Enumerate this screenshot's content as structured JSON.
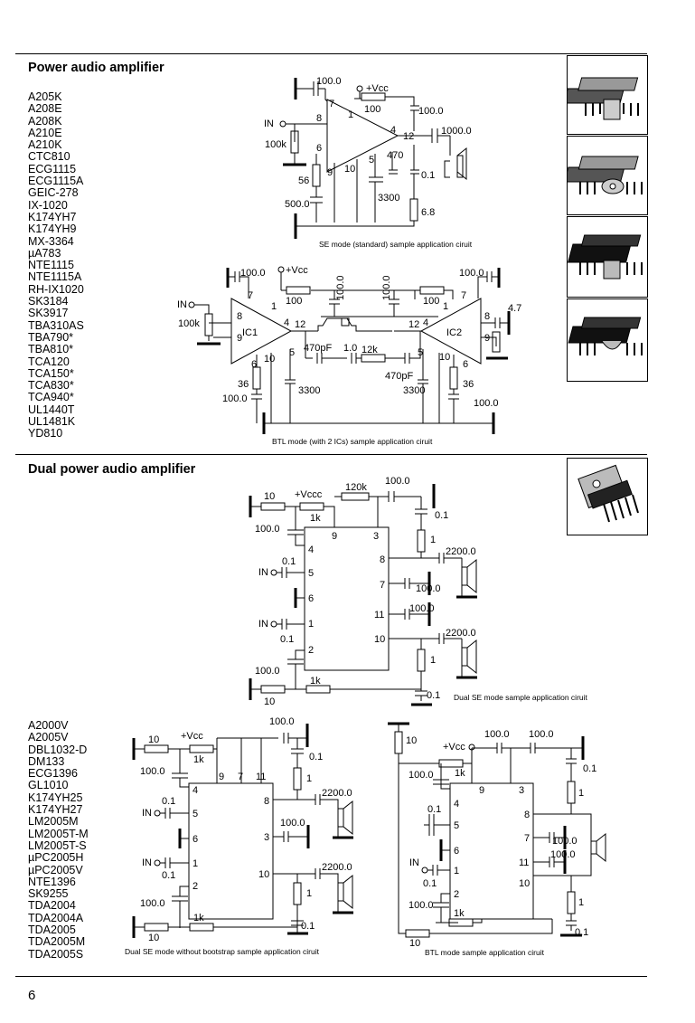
{
  "sections": [
    {
      "title": "Power audio amplifier",
      "parts": [
        "A205K",
        "A208E",
        "A208K",
        "A210E",
        "A210K",
        "CTC810",
        "ECG1115",
        "ECG1115A",
        "GEIC-278",
        "IX-1020",
        "K174YH7",
        "K174YH9",
        "MX-3364",
        "µA783",
        "NTE1115",
        "NTE1115A",
        "RH-IX1020",
        "SK3184",
        "SK3917",
        "TBA310AS",
        "TBA790*",
        "TBA810*",
        "TCA120",
        "TCA150*",
        "TCA830*",
        "TCA940*",
        "UL1440T",
        "UL1481K",
        "YD810"
      ],
      "captions": [
        "SE mode (standard) sample application ciruit",
        "BTL mode (with 2 ICs) sample application ciruit"
      ]
    },
    {
      "title": "Dual power audio amplifier",
      "parts": [
        "A2000V",
        "A2005V",
        "DBL1032-D",
        "DM133",
        "ECG1396",
        "GL1010",
        "K174YH25",
        "K174YH27",
        "LM2005M",
        "LM2005T-M",
        "LM2005T-S",
        "µPC2005H",
        "µPC2005V",
        "NTE1396",
        "SK9255",
        "TDA2004",
        "TDA2004A",
        "TDA2005",
        "TDA2005M",
        "TDA2005S"
      ],
      "captions": [
        "Dual SE mode sample application ciruit",
        "Dual SE mode without bootstrap sample application ciruit",
        "BTL mode sample application ciruit"
      ]
    }
  ],
  "schematic_labels": {
    "se": {
      "c_boot": "100.0",
      "vcc": "+Vcc",
      "r_boot": "100",
      "c_sup": "100.0",
      "in": "IN",
      "r_in": "100k",
      "c_out": "1000.0",
      "r_fb": "56",
      "c_sn": "470",
      "c_o": "0.1",
      "c_fb": "500.0",
      "c_c": "3300",
      "r_z": "6.8",
      "pins": [
        "7",
        "1",
        "8",
        "6",
        "4",
        "12",
        "5",
        "9",
        "10"
      ]
    },
    "btl": {
      "c_b1": "100.0",
      "vcc": "+Vcc",
      "in": "IN",
      "r1": "100",
      "c_s1": "100.0",
      "c_s2": "100.0",
      "r2": "100",
      "c_b2": "100.0",
      "c_47": "4.7",
      "r_in": "100k",
      "ic1": "IC1",
      "ic2": "IC2",
      "c_pf1": "470pF",
      "c_1": "1.0",
      "r_12k": "12k",
      "c_pf2": "470pF",
      "r_36a": "36",
      "r_36b": "36",
      "c_100a": "100.0",
      "c_100b": "100.0",
      "c_33a": "3300",
      "c_33b": "3300",
      "pins": [
        "7",
        "1",
        "8",
        "9",
        "4",
        "12",
        "5",
        "10",
        "6",
        "12",
        "4",
        "1",
        "7",
        "8",
        "9",
        "5",
        "10",
        "6"
      ]
    },
    "dual_se": {
      "r10": "10",
      "vcc": "+Vccc",
      "r120k": "120k",
      "c100": "100.0",
      "r1k": "1k",
      "c_01": "0.1",
      "c_pin4": "100.0",
      "r1": "1",
      "c2200": "2200.0",
      "in1": "IN",
      "c_in1": "0.1",
      "c_7": "100.0",
      "c_11": "100.0",
      "in2": "IN",
      "c_in2": "0.1",
      "c_2": "100.0",
      "r1b": "1",
      "c2200b": "2200.0",
      "r1kb": "1k",
      "r10b": "10",
      "c_01b": "0.1",
      "pins": [
        "9",
        "3",
        "4",
        "5",
        "6",
        "1",
        "2",
        "8",
        "7",
        "11",
        "10"
      ]
    },
    "dual_nb": {
      "r10": "10",
      "vcc": "+Vcc",
      "c100": "100.0",
      "r1k": "1k",
      "c01": "0.1",
      "c_pin4": "100.0",
      "r1": "1",
      "c2200": "2200.0",
      "in1": "IN",
      "c_in1": "0.1",
      "c_3": "100.0",
      "in2": "IN",
      "c_in2": "0.1",
      "c_2": "100.0",
      "r1b": "1",
      "c2200b": "2200.0",
      "r1kb": "1k",
      "r10b": "10",
      "c01b": "0.1",
      "pins": [
        "9",
        "7",
        "11",
        "4",
        "5",
        "6",
        "1",
        "2",
        "8",
        "3",
        "10"
      ]
    },
    "btl2": {
      "r10": "10",
      "vcc": "+Vcc",
      "c100a": "100.0",
      "c100b": "100.0",
      "r1k": "1k",
      "c01": "0.1",
      "c_pin4": "100.0",
      "c_in": "0.1",
      "r1": "1",
      "c_7": "100.0",
      "c_11": "100.0",
      "in": "IN",
      "c_in2": "0.1",
      "c_2": "100.0",
      "r1b": "1",
      "c01b": "0.1",
      "r1kb": "1k",
      "r10b": "10",
      "pins": [
        "9",
        "3",
        "4",
        "5",
        "6",
        "1",
        "2",
        "8",
        "7",
        "11",
        "10"
      ]
    }
  },
  "page_number": "6"
}
